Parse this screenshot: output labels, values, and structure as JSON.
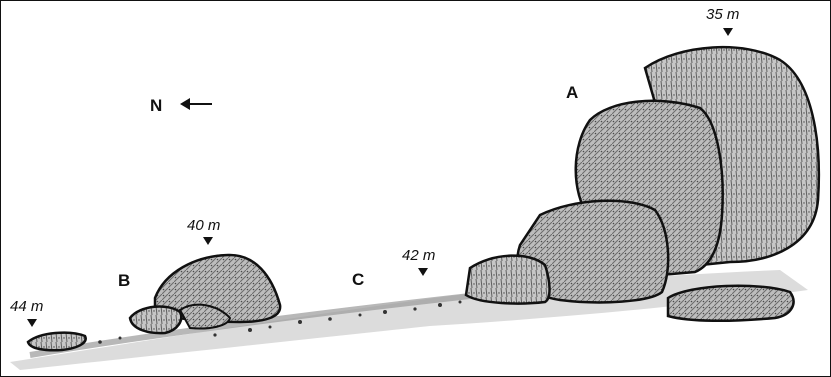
{
  "north": {
    "label": "N"
  },
  "labels": {
    "a": "A",
    "b": "B",
    "c": "C"
  },
  "depths": {
    "d35": "35 m",
    "d40": "40 m",
    "d42": "42 m",
    "d44": "44 m"
  },
  "colors": {
    "rock_fill": "#b9b9b9",
    "rock_texture": "#5a5a5a",
    "outline": "#111111",
    "seabed": "#d8d8d8"
  }
}
